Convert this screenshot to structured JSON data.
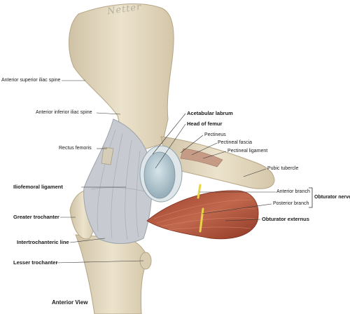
{
  "signature": "Netter",
  "view_label": "Anterior View",
  "labels": {
    "asis": "Anterior superior iliac spine",
    "aiis": "Anterior inferior iliac spine",
    "rectus_femoris": "Rectus femoris",
    "iliofemoral_ligament": "Iliofemoral ligament",
    "greater_trochanter": "Greater trochanter",
    "intertrochanteric_line": "Intertrochanteric line",
    "lesser_trochanter": "Lesser trochanter",
    "acetabular_labrum": "Acetabular labrum",
    "head_of_femur": "Head of femur",
    "pectineus": "Pectineus",
    "pectineal_fascia": "Pectineal fascia",
    "pectineal_ligament": "Pectineal ligament",
    "pubic_tubercle": "Pubic tubercle",
    "anterior_branch": "Anterior branch",
    "posterior_branch": "Posterior branch",
    "obturator_nerve": "Obturator nerve",
    "obturator_externus": "Obturator externus"
  },
  "colors": {
    "bone": "#e7dcc4",
    "bone_shadow": "#c9b99a",
    "ligament": "#c9ccd2",
    "cartilage": "#b8cdd6",
    "muscle": "#b4553c",
    "nerve": "#e8d44a"
  }
}
